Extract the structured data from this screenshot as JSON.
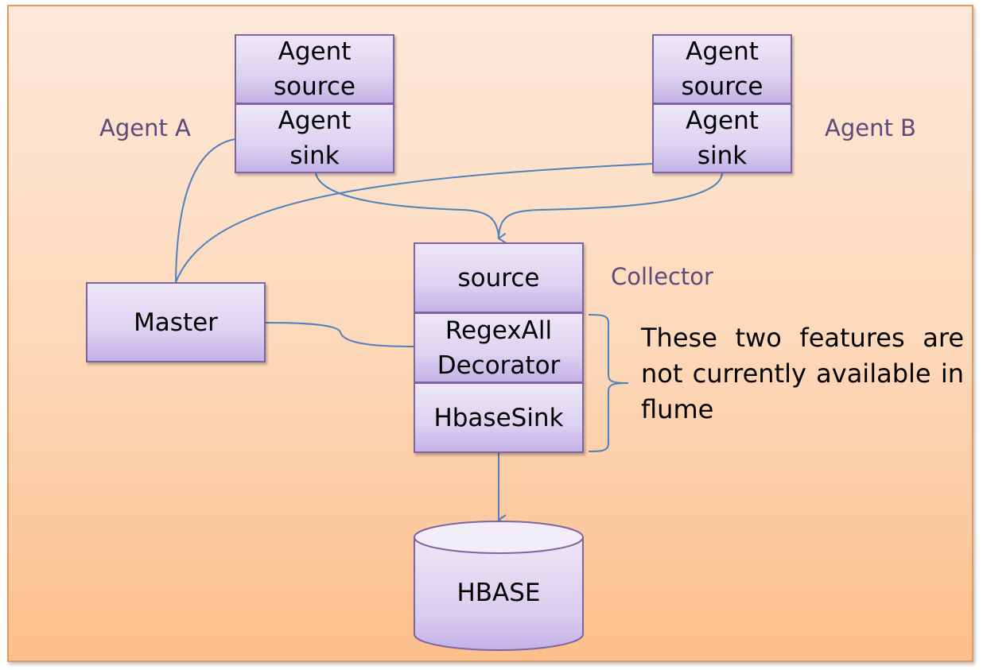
{
  "diagram": {
    "agent_a": {
      "label": "Agent A",
      "source": "Agent source",
      "sink": "Agent sink"
    },
    "agent_b": {
      "label": "Agent B",
      "source": "Agent source",
      "sink": "Agent sink"
    },
    "master": {
      "label": "Master"
    },
    "collector": {
      "label": "Collector",
      "source": "source",
      "decorator": "RegexAll Decorator",
      "sink": "HbaseSink"
    },
    "hbase": {
      "label": "HBASE"
    },
    "note": "These two features are not currently available in flume",
    "colors": {
      "background_top": "#fde8d9",
      "background_bottom": "#fcbf8c",
      "frame_border": "#e39a62",
      "box_fill": "#dcd2f1",
      "box_border": "#8064a2",
      "label_text": "#5f497a",
      "connector": "#4f81bd"
    }
  }
}
